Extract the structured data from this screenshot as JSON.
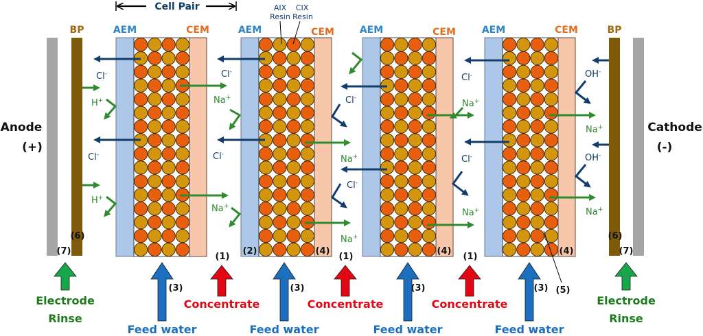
{
  "colors": {
    "electrode": "#a6a6a6",
    "bipolar": "#7f5a08",
    "aem_fill": "#adc7e8",
    "aem_border": "#6c7a92",
    "cem_fill": "#f8c6ab",
    "cem_border": "#5b4a40",
    "aix_resin": "#d4960e",
    "cix_resin": "#e85f0f",
    "chloride": "#123d6b",
    "sodium": "#2e8b2e",
    "aem_label": "#2e86c8",
    "cem_label": "#e46c1a",
    "bp_label": "#9c6b11",
    "feed": "#1b6fbe",
    "concentrate": "#e30613",
    "rinse": "#18a64a",
    "rinse_label": "#1f7a1f",
    "dark": "#111111"
  },
  "header": {
    "cell_pair": "Cell Pair"
  },
  "electrodes": {
    "anode": {
      "name": "Anode",
      "sign": "(+)"
    },
    "cathode": {
      "name": "Cathode",
      "sign": "(-)"
    }
  },
  "membranes": {
    "aem": "AEM",
    "cem": "CEM",
    "bp": "BP"
  },
  "resins": {
    "aix": [
      "AIX",
      "Resin"
    ],
    "cix": [
      "CIX",
      "Resin"
    ]
  },
  "ions": {
    "cl": "Cl",
    "na": "Na",
    "h": "H",
    "oh": "OH",
    "minus": "-",
    "plus": "+"
  },
  "callouts": {
    "concentrate": "(1)",
    "aem": "(2)",
    "feed": "(3)",
    "cem": "(4)",
    "resin": "(5)",
    "bp": "(6)",
    "rinse": "(7)"
  },
  "flows": {
    "feed": "Feed water",
    "concentrate": "Concentrate",
    "rinse": [
      "Electrode",
      "Rinse"
    ]
  },
  "stack": {
    "count": 4,
    "bead_columns": 4,
    "bead_rows": 16
  }
}
